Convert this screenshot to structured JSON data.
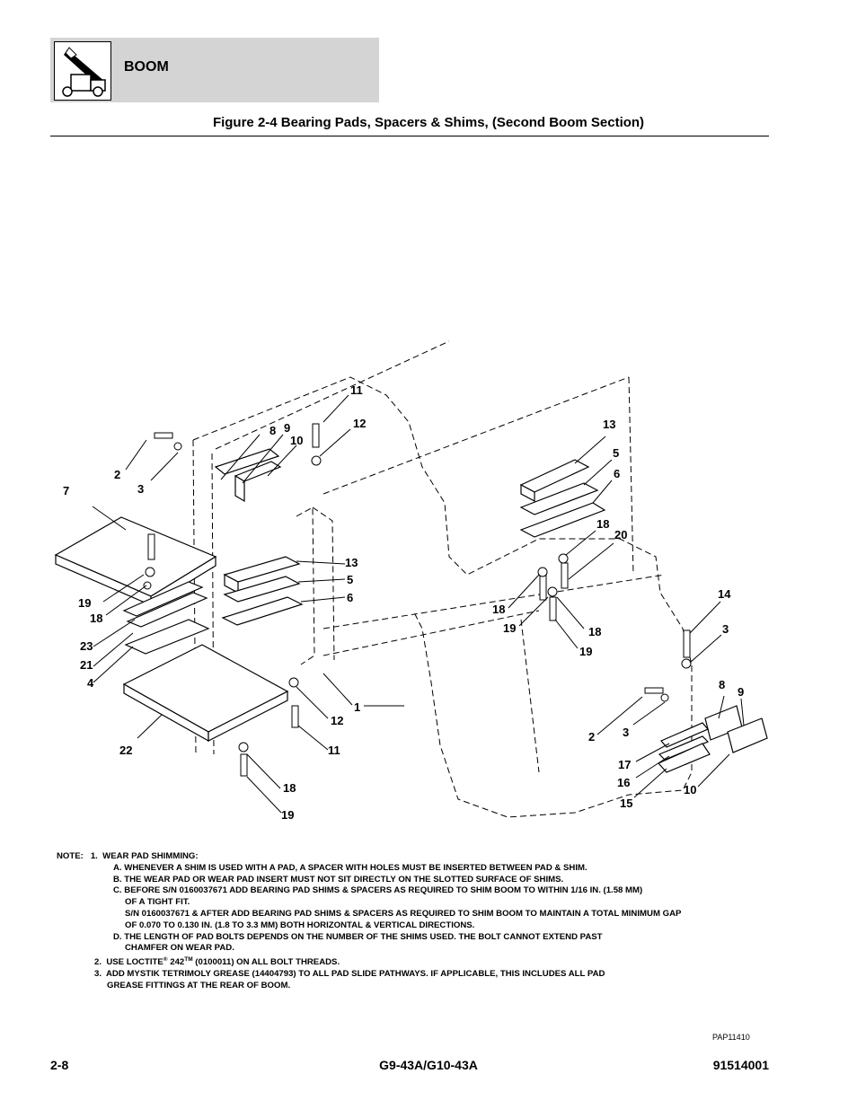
{
  "header": {
    "section_title": "BOOM",
    "icon": "telehandler-boom-icon"
  },
  "figure_title": "Figure 2-4 Bearing Pads, Spacers & Shims, (Second Boom Section)",
  "callouts": [
    "11",
    "12",
    "8",
    "9",
    "10",
    "2",
    "3",
    "7",
    "13",
    "5",
    "6",
    "19",
    "18",
    "23",
    "21",
    "4",
    "22",
    "12",
    "11",
    "18",
    "19",
    "1",
    "13",
    "5",
    "6",
    "18",
    "20",
    "18",
    "19",
    "18",
    "19",
    "14",
    "3",
    "8",
    "9",
    "2",
    "3",
    "17",
    "16",
    "15",
    "10"
  ],
  "notes": {
    "lines": [
      "NOTE:   1.  WEAR PAD SHIMMING:",
      "A. WHENEVER A SHIM IS USED WITH A PAD, A SPACER WITH HOLES MUST BE INSERTED BETWEEN PAD & SHIM.",
      "B. THE WEAR PAD OR WEAR PAD INSERT MUST NOT SIT DIRECTLY ON THE SLOTTED SURFACE OF SHIMS.",
      "C. BEFORE S/N 0160037671 ADD BEARING PAD SHIMS & SPACERS AS REQUIRED TO SHIM BOOM TO WITHIN 1/16 IN. (1.58 MM)",
      "OF A TIGHT FIT.",
      "S/N 0160037671 & AFTER ADD BEARING PAD SHIMS & SPACERS AS REQUIRED TO SHIM BOOM TO MAINTAIN A TOTAL MINIMUM GAP",
      "OF 0.070 TO 0.130 IN. (1.8 TO 3.3 MM) BOTH HORIZONTAL & VERTICAL DIRECTIONS.",
      "D. THE LENGTH OF PAD BOLTS DEPENDS ON THE NUMBER OF THE SHIMS USED. THE BOLT CANNOT EXTEND PAST",
      "CHAMFER ON WEAR PAD."
    ],
    "note2_prefix": "2.  USE LOCTITE",
    "note2_reg": "®",
    "note2_mid": " 242",
    "note2_tm": "TM",
    "note2_suffix": " (0100011) ON ALL BOLT THREADS.",
    "note3_line1": "3.  ADD MYSTIK TETRIMOLY GREASE (14404793) TO ALL PAD SLIDE PATHWAYS. IF APPLICABLE, THIS INCLUDES ALL PAD",
    "note3_line2": "GREASE FITTINGS AT THE REAR OF BOOM."
  },
  "drawing_number": "PAP11410",
  "footer": {
    "page": "2-8",
    "model": "G9-43A/G10-43A",
    "doc_number": "91514001"
  }
}
